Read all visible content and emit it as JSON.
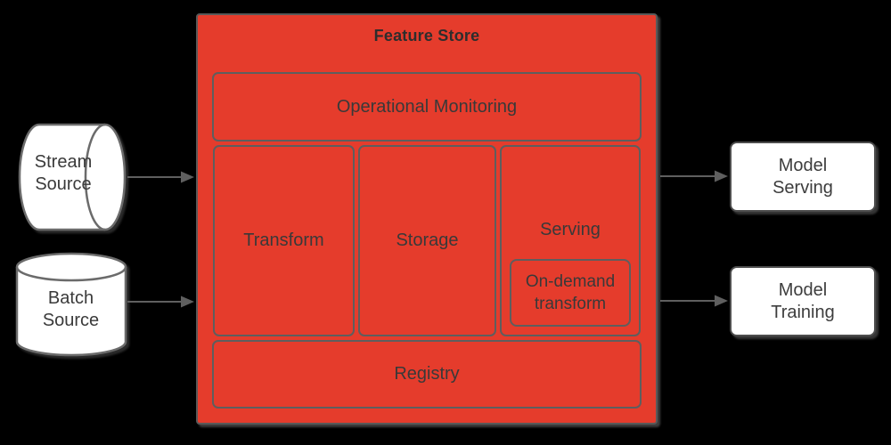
{
  "background_color": "#000000",
  "feature_store": {
    "title": "Feature Store",
    "fill_color": "#E53C2C",
    "border_color": "#595959",
    "inner_border_color": "#5E5E5E",
    "text_color": "#393939",
    "cells": {
      "operational_monitoring": "Operational Monitoring",
      "transform": "Transform",
      "storage": "Storage",
      "serving": "Serving",
      "on_demand_transform": {
        "line1": "On-demand",
        "line2": "transform"
      },
      "registry": "Registry"
    }
  },
  "sources": {
    "stream": {
      "line1": "Stream",
      "line2": "Source",
      "shape": "horizontal-cylinder"
    },
    "batch": {
      "line1": "Batch",
      "line2": "Source",
      "shape": "vertical-cylinder"
    }
  },
  "consumers": {
    "model_serving": {
      "line1": "Model",
      "line2": "Serving"
    },
    "model_training": {
      "line1": "Model",
      "line2": "Training"
    }
  },
  "connections": [
    {
      "from": "stream-source",
      "to": "feature-store"
    },
    {
      "from": "batch-source",
      "to": "feature-store"
    },
    {
      "from": "feature-store",
      "to": "model-serving"
    },
    {
      "from": "feature-store",
      "to": "model-training"
    }
  ],
  "shape_colors": {
    "cylinder_fill": "#FFFFFF",
    "cylinder_border": "#6B6B6B",
    "model_box_fill": "#FFFFFF",
    "model_box_border": "#4D4D4D",
    "arrow": "#5F5F5F"
  }
}
